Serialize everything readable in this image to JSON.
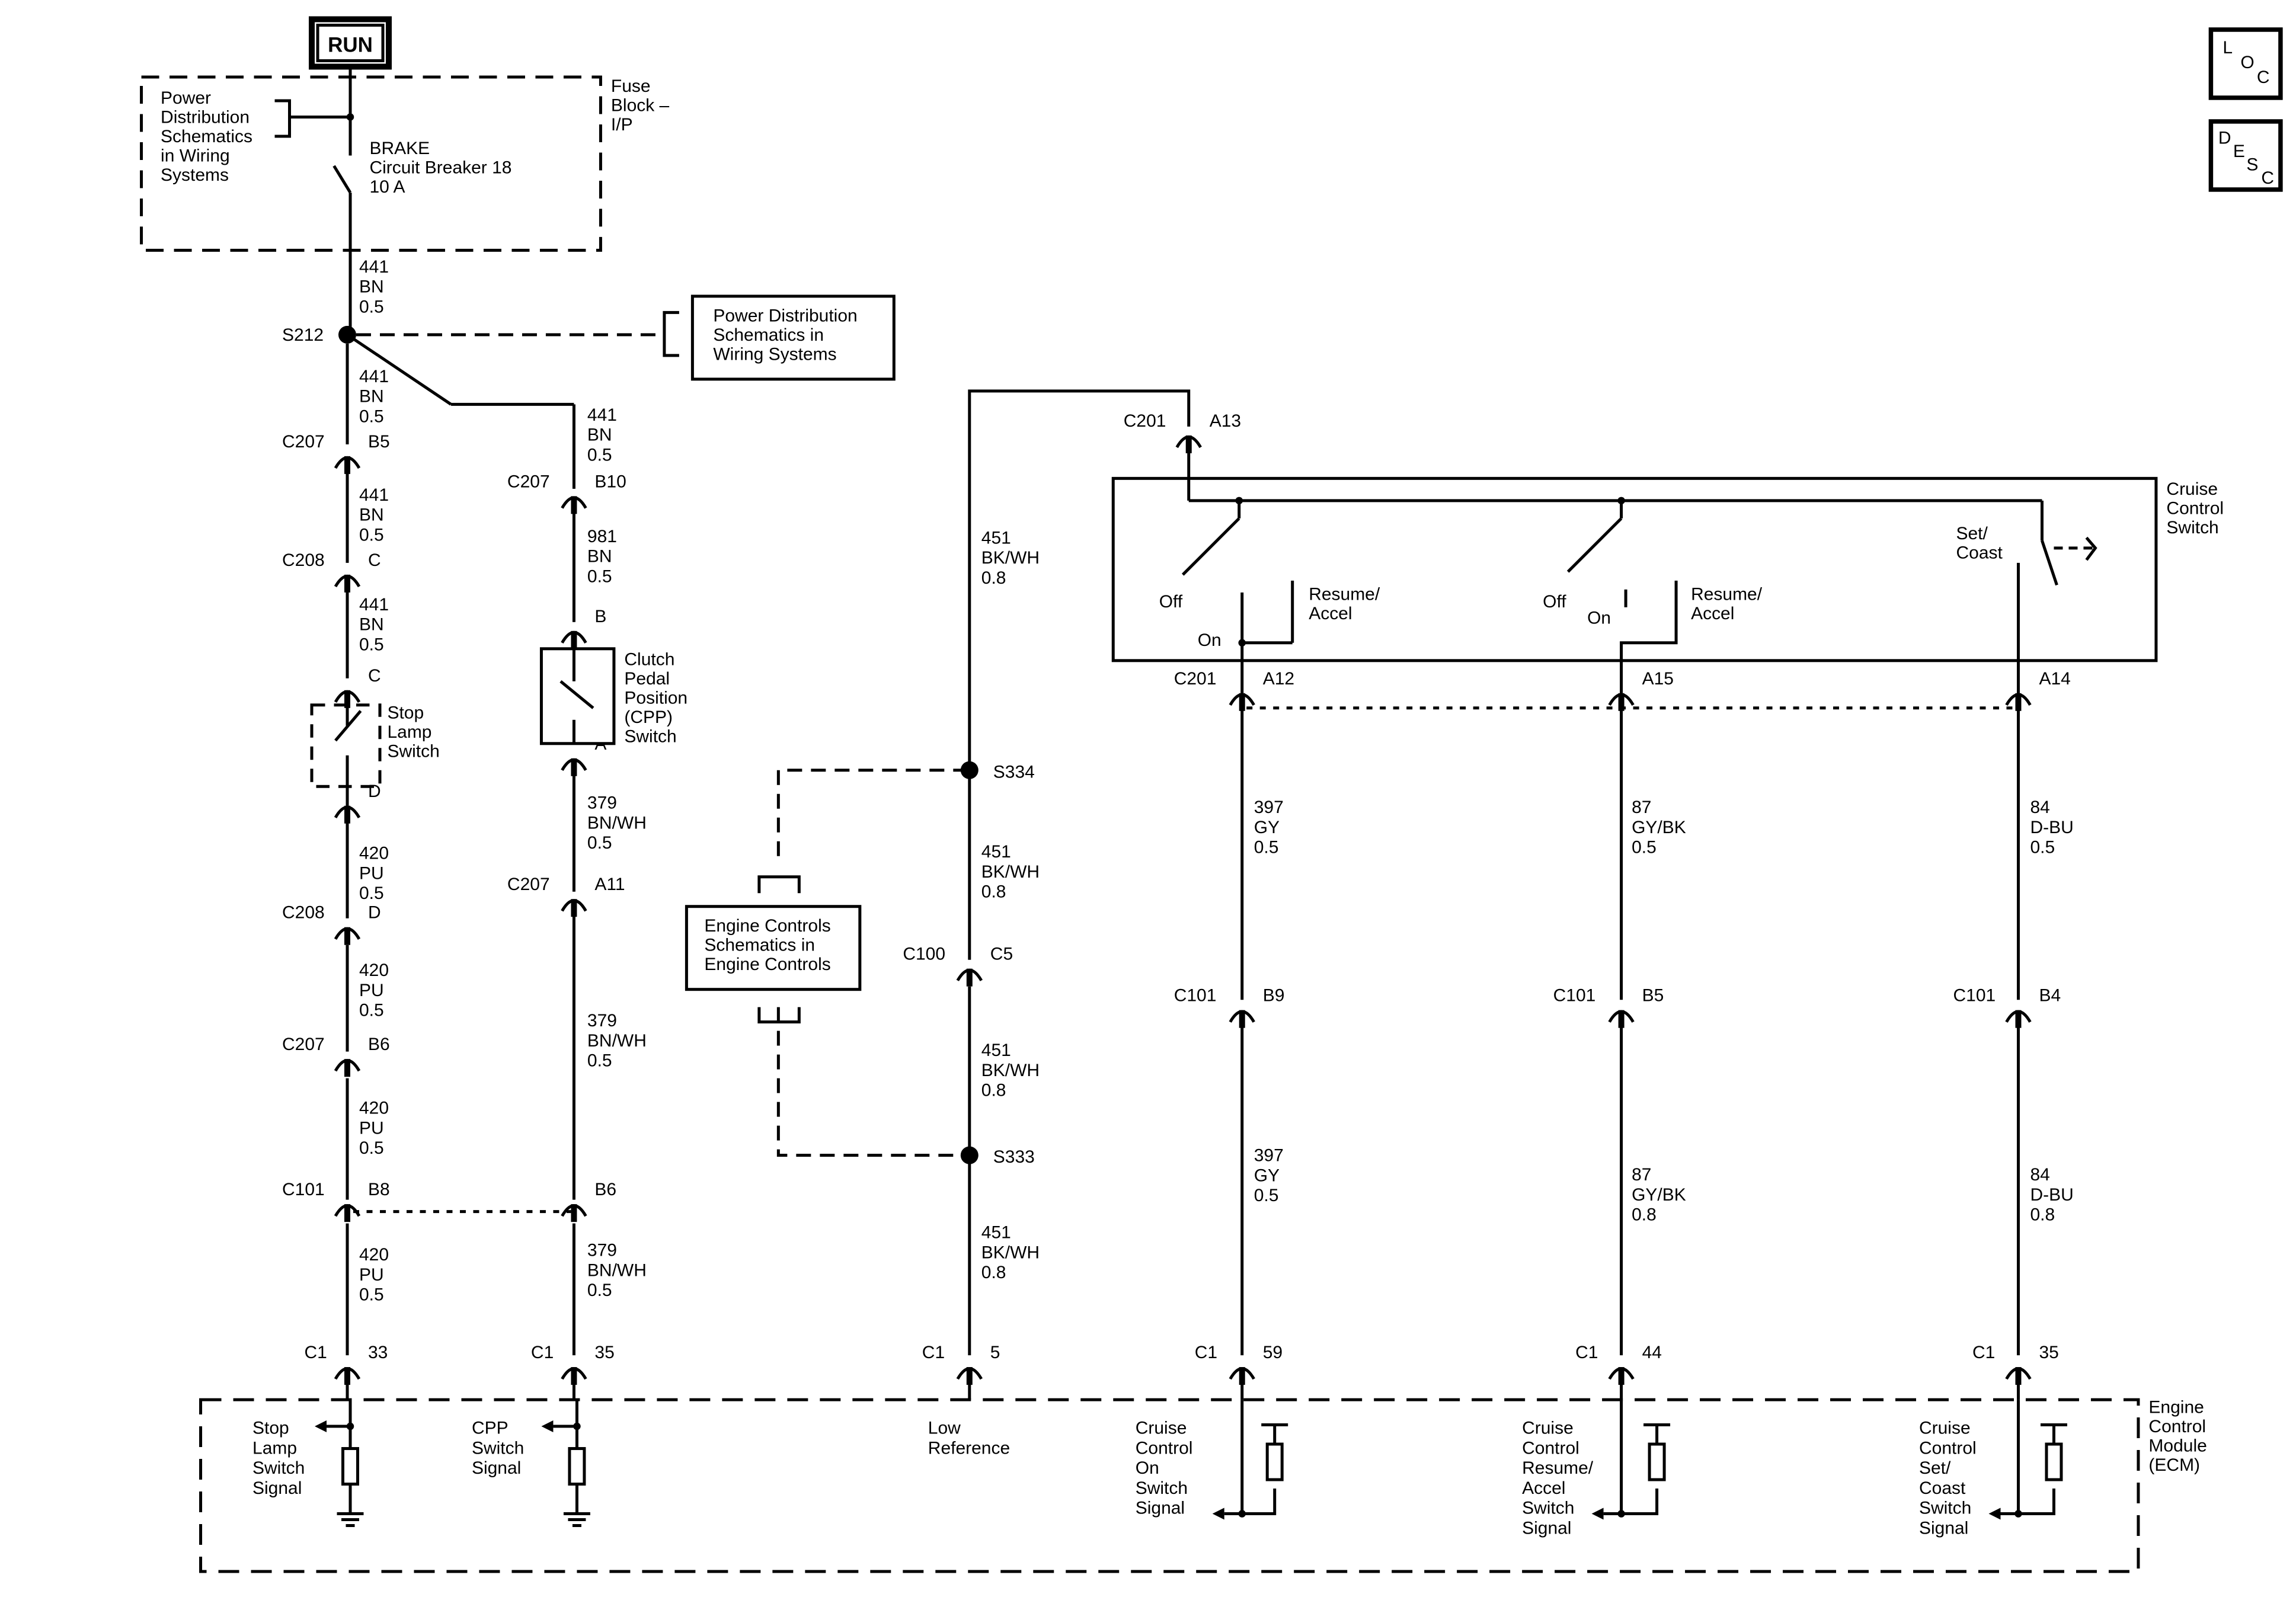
{
  "title": "RUN",
  "nav": {
    "loc": [
      "L",
      "O",
      "C"
    ],
    "desc": [
      "D",
      "E",
      "S",
      "C"
    ]
  },
  "fuse_block": {
    "ref_text": [
      "Power",
      "Distribution",
      "Schematics",
      "in Wiring",
      "Systems"
    ],
    "name": [
      "Fuse",
      "Block –",
      "I/P"
    ],
    "breaker": [
      "BRAKE",
      "Circuit Breaker 18",
      "10 A"
    ]
  },
  "splices": {
    "s212": "S212",
    "s334": "S334",
    "s333": "S333"
  },
  "power_ref_box": [
    "Power Distribution",
    "Schematics in",
    "Wiring Systems"
  ],
  "engine_ref_box": [
    "Engine Controls",
    "Schematics in",
    "Engine Controls"
  ],
  "stop_lamp_switch": [
    "Stop",
    "Lamp",
    "Switch"
  ],
  "cpp_switch": [
    "Clutch",
    "Pedal",
    "Position",
    "(CPP)",
    "Switch"
  ],
  "cruise_switch": {
    "name": [
      "Cruise",
      "Control",
      "Switch"
    ],
    "on_off": {
      "off": "Off",
      "on": "On",
      "resume": [
        "Resume/",
        "Accel"
      ]
    },
    "resume_sw": {
      "off": "Off",
      "on": "On",
      "resume": [
        "Resume/",
        "Accel"
      ]
    },
    "set_coast": [
      "Set/",
      "Coast"
    ]
  },
  "ecm": {
    "name": [
      "Engine",
      "Control",
      "Module",
      "(ECM)"
    ],
    "stop_signal": [
      "Stop",
      "Lamp",
      "Switch",
      "Signal"
    ],
    "cpp_signal": [
      "CPP",
      "Switch",
      "Signal"
    ],
    "low_ref": [
      "Low",
      "Reference"
    ],
    "on_signal": [
      "Cruise",
      "Control",
      "On",
      "Switch",
      "Signal"
    ],
    "resume_signal": [
      "Cruise",
      "Control",
      "Resume/",
      "Accel",
      "Switch",
      "Signal"
    ],
    "set_signal": [
      "Cruise",
      "Control",
      "Set/",
      "Coast",
      "Switch",
      "Signal"
    ]
  },
  "wires": {
    "w441_a": [
      "441",
      "BN",
      "0.5"
    ],
    "w441_b": [
      "441",
      "BN",
      "0.5"
    ],
    "w441_c": [
      "441",
      "BN",
      "0.5"
    ],
    "w441_d": [
      "441",
      "BN",
      "0.5"
    ],
    "w441_e": [
      "441",
      "BN",
      "0.5"
    ],
    "w420_a": [
      "420",
      "PU",
      "0.5"
    ],
    "w420_b": [
      "420",
      "PU",
      "0.5"
    ],
    "w420_c": [
      "420",
      "PU",
      "0.5"
    ],
    "w420_d": [
      "420",
      "PU",
      "0.5"
    ],
    "w981": [
      "981",
      "BN",
      "0.5"
    ],
    "w379_a": [
      "379",
      "BN/WH",
      "0.5"
    ],
    "w379_b": [
      "379",
      "BN/WH",
      "0.5"
    ],
    "w379_c": [
      "379",
      "BN/WH",
      "0.5"
    ],
    "w451_a": [
      "451",
      "BK/WH",
      "0.8"
    ],
    "w451_b": [
      "451",
      "BK/WH",
      "0.8"
    ],
    "w451_c": [
      "451",
      "BK/WH",
      "0.8"
    ],
    "w451_d": [
      "451",
      "BK/WH",
      "0.8"
    ],
    "w397_a": [
      "397",
      "GY",
      "0.5"
    ],
    "w397_b": [
      "397",
      "GY",
      "0.5"
    ],
    "w87_a": [
      "87",
      "GY/BK",
      "0.5"
    ],
    "w87_b": [
      "87",
      "GY/BK",
      "0.8"
    ],
    "w84_a": [
      "84",
      "D-BU",
      "0.5"
    ],
    "w84_b": [
      "84",
      "D-BU",
      "0.8"
    ]
  },
  "connectors": {
    "c207_b5": [
      "C207",
      "B5"
    ],
    "c208_c1": [
      "C208",
      "C"
    ],
    "c_stop_top": [
      "",
      "C"
    ],
    "c_stop_bot": [
      "",
      "D"
    ],
    "c208_d": [
      "C208",
      "D"
    ],
    "c207_b6": [
      "C207",
      "B6"
    ],
    "c101_b8": [
      "C101",
      "B8"
    ],
    "c1_33": [
      "C1",
      "33"
    ],
    "c207_b10": [
      "C207",
      "B10"
    ],
    "c_cpp_b": [
      "",
      "B"
    ],
    "c_cpp_a": [
      "",
      "A"
    ],
    "c207_a11": [
      "C207",
      "A11"
    ],
    "c101_b6": [
      "",
      "B6"
    ],
    "c1_35a": [
      "C1",
      "35"
    ],
    "c100_c5": [
      "C100",
      "C5"
    ],
    "c1_5": [
      "C1",
      "5"
    ],
    "c201_a13": [
      "C201",
      "A13"
    ],
    "c201_a12": [
      "C201",
      "A12"
    ],
    "c_a15": [
      "",
      "A15"
    ],
    "c_a14": [
      "",
      "A14"
    ],
    "c101_b9": [
      "C101",
      "B9"
    ],
    "c101_b5": [
      "C101",
      "B5"
    ],
    "c101_b4": [
      "C101",
      "B4"
    ],
    "c1_59": [
      "C1",
      "59"
    ],
    "c1_44": [
      "C1",
      "44"
    ],
    "c1_35b": [
      "C1",
      "35"
    ]
  }
}
